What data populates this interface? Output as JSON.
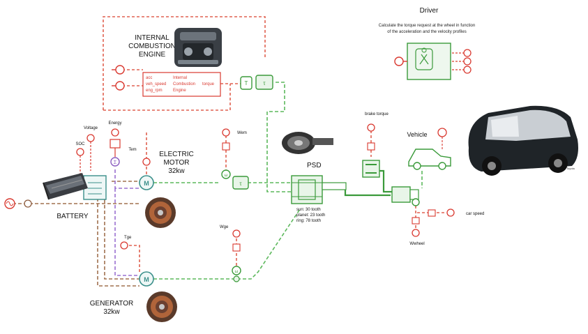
{
  "labels": {
    "ice_title": [
      "INTERNAL",
      "COMBUSTION",
      "ENGINE"
    ],
    "ice_block_inputs": [
      "acc",
      "veh_speed",
      "eng_rpm"
    ],
    "ice_block_name": [
      "Internal",
      "Combustion",
      "Engine"
    ],
    "ice_block_output": "torque",
    "driver_title": "Driver",
    "driver_desc": [
      "Calculate the torque request at the wheel in function",
      "of the acceleration and the velocity profiles"
    ],
    "voltage": "Voltage",
    "energy": "Energy",
    "soc": "SOC",
    "tem": "Tem",
    "wem": "Wem",
    "wge": "Wge",
    "tge": "Tge",
    "brake_torque": "brake torque",
    "vehicle": "Vehicle",
    "car_speed": "car speed",
    "wwheel": "Wwheel",
    "electric_motor": [
      "ELECTRIC",
      "MOTOR",
      "32kw"
    ],
    "generator": [
      "GENERATOR",
      "32kw"
    ],
    "battery": "BATTERY",
    "psd": "PSD",
    "psd_specs": [
      "sun: 30 tooth",
      "planet: 23 tooth",
      "ring: 78 tooth"
    ],
    "photo_credit": "Toyota"
  },
  "colors": {
    "red": "#d9382f",
    "green": "#3a9a3a",
    "brown": "#8b5a3c",
    "purple": "#8a5cc0",
    "teal": "#3a8f8a",
    "line_green": "#5cb85c",
    "line_red": "#e06050"
  },
  "icons": {
    "engine_photo": "engine-icon",
    "battery_photo": "battery-pack-icon",
    "motor_photo": "electric-motor-icon",
    "generator_photo": "generator-icon",
    "psd_photo": "power-split-device-icon",
    "car_photo": "car-icon"
  }
}
